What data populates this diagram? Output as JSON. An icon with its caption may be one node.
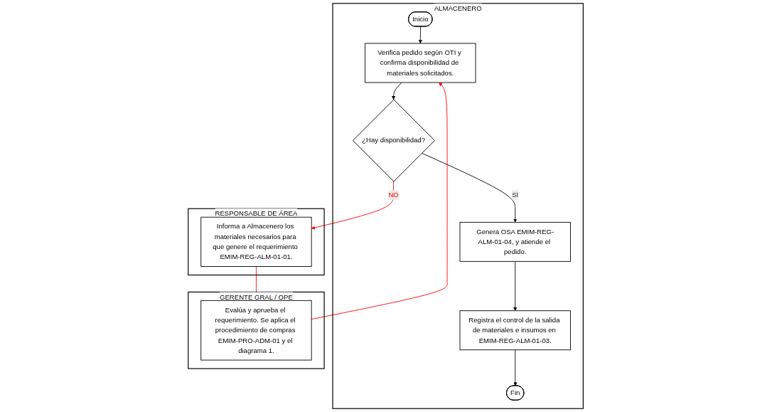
{
  "diagram": {
    "nodes": [
      {
        "text": [
          "ALMACENERO"
        ]
      },
      {
        "text": [
          "Inicio"
        ],
        "in": 0
      },
      {
        "text": [
          "Verifica pedido según OTI y confirma disponibilidad de materiales solicitados."
        ],
        "in": 0
      },
      {
        "text": [
          "¿Hay disponibilidad?"
        ],
        "in": 0
      },
      {
        "text": [
          "Genera OSA EMIM-REG-ALM-01-04, y atiende el pedido."
        ],
        "in": 0
      },
      {
        "text": [
          "Registra el control de la salida de materiales e insumos en EMIM-REG-ALM-01-03."
        ],
        "in": 0
      },
      {
        "text": [
          "Fin"
        ],
        "in": 0
      },
      {
        "text": [
          "RESPONSABLE DE ÁREA"
        ]
      },
      {
        "text": [
          "Informa a Almacenero los materiales necesarios para que genere el requerimiento EMIM-REG-ALM-01-01."
        ],
        "in": 7
      },
      {
        "text": [
          "GERENTE GRAL / OPE"
        ]
      },
      {
        "text": [
          "Evalúa y aprueba el requerimiento. Se aplica el procedimiento de compras EMIM-PRO-ADM-01 y el diagrama 1."
        ],
        "in": 9
      }
    ],
    "edges": [
      {
        "from": 1,
        "to": 2,
        "arrow": "to"
      },
      {
        "from": 2,
        "to": 3,
        "arrow": "to"
      },
      {
        "from": 3,
        "to": 8,
        "arrow": "to",
        "label": "NO",
        "color": "#ff0000"
      },
      {
        "from": 3,
        "to": 4,
        "arrow": "to",
        "label": "SI"
      },
      {
        "from": 4,
        "to": 5,
        "arrow": "to"
      },
      {
        "from": 5,
        "to": 6,
        "arrow": "to"
      },
      {
        "from": 8,
        "to": 10,
        "arrow": "to",
        "color": "#ff0000"
      },
      {
        "from": 10,
        "to": 2,
        "arrow": "to",
        "color": "#ff0000"
      }
    ]
  }
}
